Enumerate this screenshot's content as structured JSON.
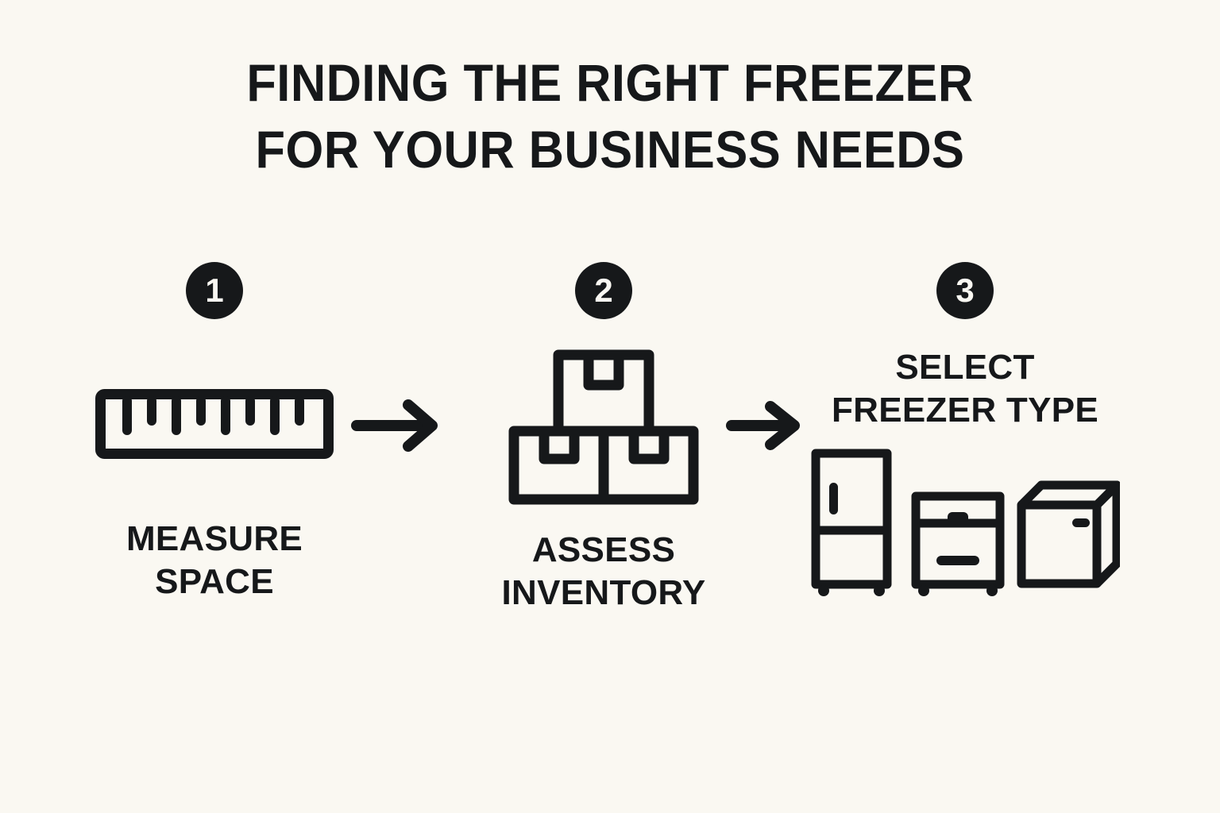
{
  "page": {
    "background_color": "#faf8f2",
    "ink_color": "#16181a",
    "title": {
      "line1": "FINDING THE RIGHT FREEZER",
      "line2": "FOR YOUR BUSINESS NEEDS"
    }
  },
  "steps": [
    {
      "number": "1",
      "icon": "ruler-icon",
      "label_line1": "MEASURE",
      "label_line2": "SPACE",
      "label_position": "below-icon"
    },
    {
      "number": "2",
      "icon": "stacked-boxes-icon",
      "label_line1": "ASSESS",
      "label_line2": "INVENTORY",
      "label_position": "below-icon"
    },
    {
      "number": "3",
      "icon": "freezer-types-icon",
      "label_line1": "SELECT",
      "label_line2": "FREEZER TYPE",
      "label_position": "above-icon",
      "freezer_types": [
        "upright-freezer-icon",
        "undercounter-freezer-icon",
        "chest-freezer-icon"
      ]
    }
  ],
  "connectors": [
    {
      "name": "arrow-step1-to-step2",
      "direction": "right"
    },
    {
      "name": "arrow-step2-to-step3",
      "direction": "right"
    }
  ]
}
